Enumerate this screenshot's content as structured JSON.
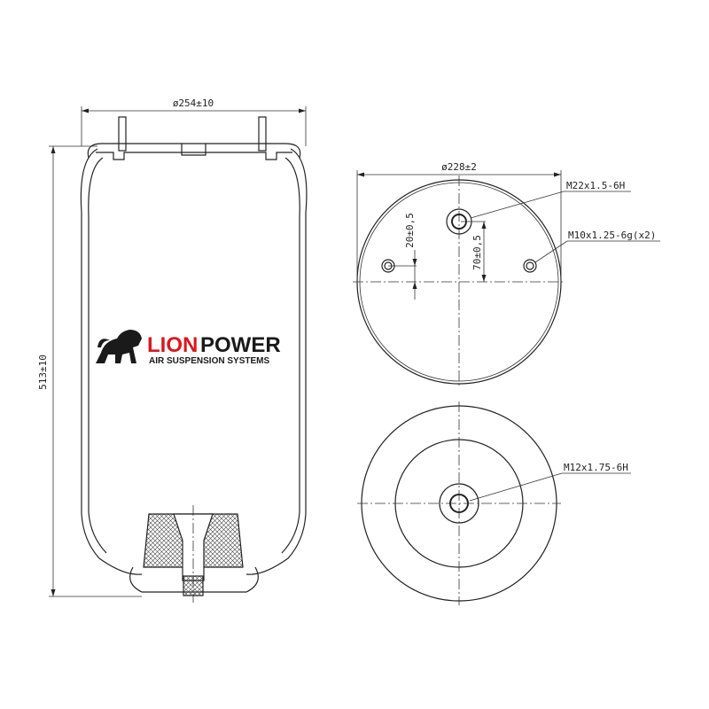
{
  "side_view": {
    "diameter_label": "ø254±10",
    "height_label": "513±10"
  },
  "logo": {
    "word1": "LION",
    "word2": "POWER",
    "tagline": "AIR SUSPENSION SYSTEMS",
    "colors": {
      "red": "#d7191f",
      "black": "#1a1a1a"
    }
  },
  "top_view": {
    "diameter_label": "ø228±2",
    "main_thread_label": "M22x1.5-6H",
    "stud_thread_label": "M10x1.25-6g(x2)",
    "stud_offset_label": "20±0,5",
    "port_offset_label": "70±0,5"
  },
  "bottom_view": {
    "thread_label": "M12x1.75-6H"
  }
}
